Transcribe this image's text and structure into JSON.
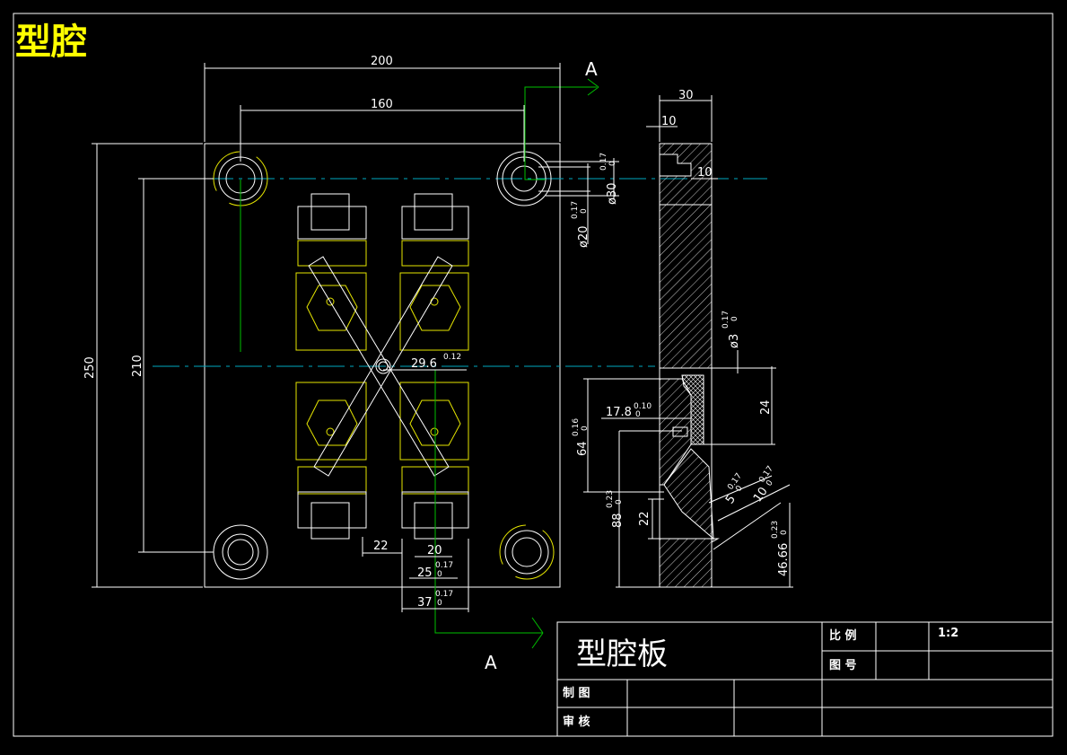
{
  "header": {
    "title": "型腔",
    "title_color": "#ffff00"
  },
  "section_marks": {
    "top": "A",
    "bottom": "A"
  },
  "dims": {
    "d200": "200",
    "d160": "160",
    "d250": "250",
    "d210": "210",
    "d22a": "22",
    "d20": "20",
    "d25": "25",
    "d37": "37",
    "d29_6": "29.6",
    "d29_6_tol": "0.12",
    "d30": "30",
    "d10a": "10",
    "d10b": "10",
    "phi30": "ø30",
    "phi20": "ø20",
    "phi3": "ø3",
    "tol17": "0.17",
    "tol0": "0",
    "d17_8": "17.8",
    "d17_8_tol": "0.10",
    "d64": "64",
    "d64_tol": "0.16",
    "d88": "88",
    "d88_tol": "0.23",
    "d22b": "22",
    "d24": "24",
    "d5": "5",
    "d10c": "10",
    "d46_66": "46.66",
    "d46_66_tol": "0.23"
  },
  "title_block": {
    "name": "型腔板",
    "scale_label": "比  例",
    "scale_value": "1:2",
    "drawing_no_label": "图  号",
    "drawn_label": "制  图",
    "checked_label": "审  核"
  },
  "colors": {
    "outline": "#ffffff",
    "cavity": "#e6e600",
    "section_line": "#00c000",
    "center_line": "#00a8c0",
    "background": "#000000"
  }
}
